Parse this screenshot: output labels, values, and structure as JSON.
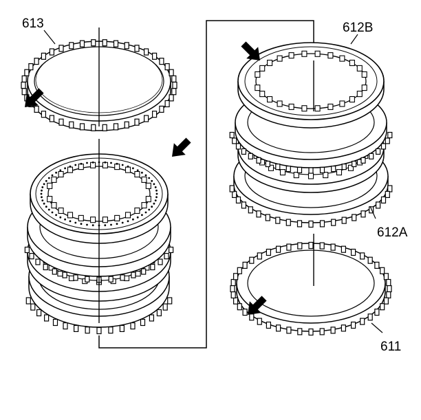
{
  "labels": {
    "part_613": "613",
    "part_612b": "612B",
    "part_612a": "612A",
    "part_611": "611"
  },
  "colors": {
    "line": "#000000",
    "background": "#ffffff"
  },
  "icons": {
    "arrow": "arrow-icon",
    "ring": "clutch-plate-icon"
  }
}
